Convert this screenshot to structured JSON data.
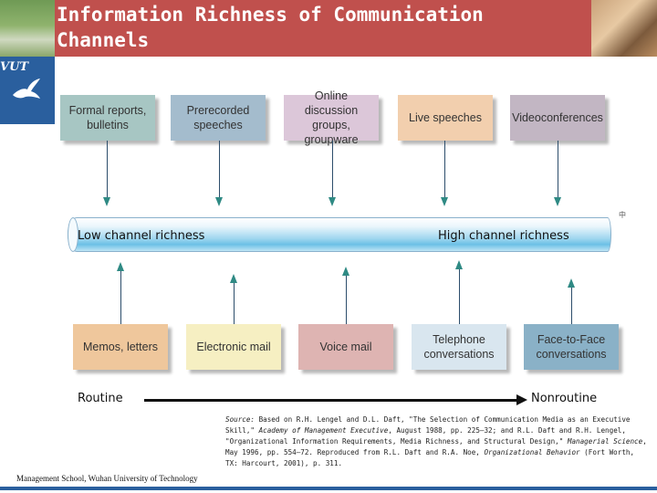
{
  "header": {
    "title": "Information Richness of Communication Channels"
  },
  "sidebar": {
    "logo_text": "VUT"
  },
  "top_boxes": [
    {
      "label": "Formal reports, bulletins",
      "color": "#a7c6c3"
    },
    {
      "label": "Prerecorded speeches",
      "color": "#a4bccd"
    },
    {
      "label": "Online discussion groups, groupware",
      "color": "#dcc7d9"
    },
    {
      "label": "Live speeches",
      "color": "#f2cfae"
    },
    {
      "label": "Videoconferences",
      "color": "#c2b6c3"
    }
  ],
  "bottom_boxes": [
    {
      "label": "Memos, letters",
      "color": "#efc79c"
    },
    {
      "label": "Electronic mail",
      "color": "#f6efc2"
    },
    {
      "label": "Voice mail",
      "color": "#deb4b2"
    },
    {
      "label": "Telephone conversations",
      "color": "#d9e6ef"
    },
    {
      "label": "Face-to-Face conversations",
      "color": "#8ab1c7"
    }
  ],
  "tube": {
    "low_label": "Low channel richness",
    "high_label": "High channel richness"
  },
  "page_mark": "中",
  "scale": {
    "left_label": "Routine",
    "right_label": "Nonroutine"
  },
  "source": {
    "prefix": "Source:",
    "part1": " Based on R.H. Lengel and D.L. Daft, \"The Selection of Communication Media as an Executive Skill,\" ",
    "italic1": "Academy of Management Executive",
    "part2": ", August 1988, pp. 225–32; and R.L. Daft and R.H. Lengel, \"Organizational Information Requirements, Media Richness, and Structural Design,\" ",
    "italic2": "Managerial Science",
    "part3": ", May 1996, pp. 554–72. Reproduced from R.L. Daft and R.A. Noe, ",
    "italic3": "Organizational Behavior",
    "part4": " (Fort Worth, TX: Harcourt, 2001), p. 311."
  },
  "footer": {
    "text": "Management School, Wuhan University of Technology"
  },
  "colors": {
    "header_bg": "#c0504d",
    "sidebar_bg": "#2a5f9e",
    "arrow": "#2f8a84"
  }
}
